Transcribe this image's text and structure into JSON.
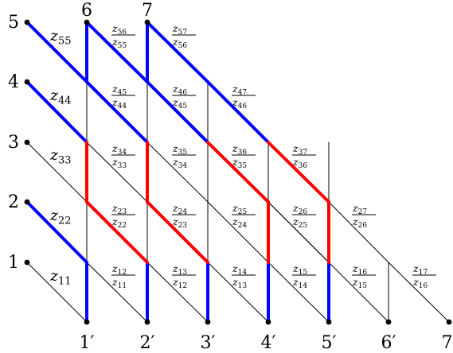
{
  "colors": {
    "thin": "#000000",
    "blue": "#0000ff",
    "red": "#ff0000"
  },
  "left_labels": [
    "1",
    "2",
    "3",
    "4",
    "5"
  ],
  "top_labels": [
    "6",
    "7"
  ],
  "bottom_labels": [
    "1′",
    "2′",
    "3′",
    "4′",
    "5′",
    "6′",
    "7′"
  ],
  "weights": [
    "z11",
    "z22",
    "z33",
    "z44",
    "z55"
  ],
  "fractions": [
    {
      "num": "z56",
      "den": "z55"
    },
    {
      "num": "z57",
      "den": "z56"
    },
    {
      "num": "z45",
      "den": "z44"
    },
    {
      "num": "z46",
      "den": "z45"
    },
    {
      "num": "z47",
      "den": "z46"
    },
    {
      "num": "z34",
      "den": "z33"
    },
    {
      "num": "z35",
      "den": "z34"
    },
    {
      "num": "z36",
      "den": "z35"
    },
    {
      "num": "z37",
      "den": "z36"
    },
    {
      "num": "z23",
      "den": "z22"
    },
    {
      "num": "z24",
      "den": "z23"
    },
    {
      "num": "z25",
      "den": "z24"
    },
    {
      "num": "z26",
      "den": "z25"
    },
    {
      "num": "z27",
      "den": "z26"
    },
    {
      "num": "z12",
      "den": "z11"
    },
    {
      "num": "z13",
      "den": "z12"
    },
    {
      "num": "z14",
      "den": "z13"
    },
    {
      "num": "z15",
      "den": "z14"
    },
    {
      "num": "z16",
      "den": "z15"
    },
    {
      "num": "z17",
      "den": "z16"
    }
  ]
}
